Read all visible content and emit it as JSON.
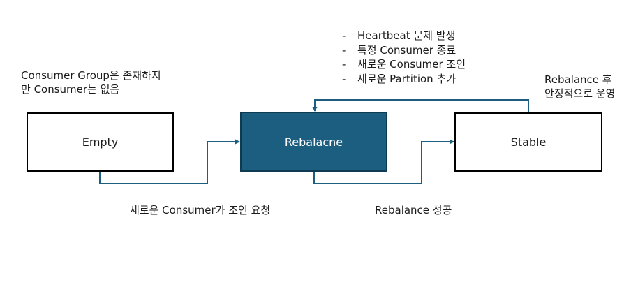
{
  "colors": {
    "active_fill": "#1b5e80",
    "connector": "#1b5e80",
    "box_border": "#000000"
  },
  "states": {
    "empty": "Empty",
    "rebalance": "Rebalacne",
    "stable": "Stable"
  },
  "notes": {
    "empty": [
      "Consumer Group은 존재하지",
      "만 Consumer는 없음"
    ],
    "stable": [
      "Rebalance 후",
      "안정적으로 운영"
    ]
  },
  "triggers": {
    "bullet": "-",
    "items": [
      "Heartbeat 문제 발생",
      "특정 Consumer 종료",
      "새로운 Consumer 조인",
      "새로운 Partition 추가"
    ]
  },
  "transitions": {
    "empty_to_rebalance": "새로운 Consumer가 조인 요청",
    "rebalance_to_stable": "Rebalance 성공"
  }
}
